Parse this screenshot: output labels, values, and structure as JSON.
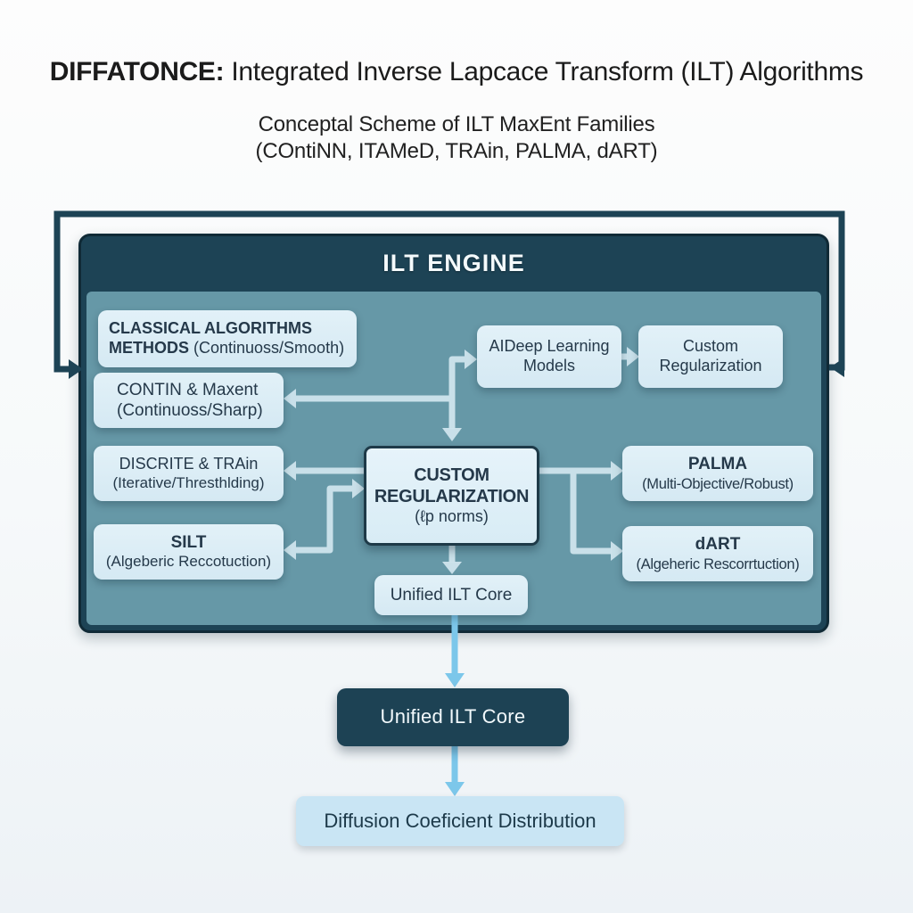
{
  "title": {
    "lead": "DIFFATONCE:",
    "rest": " Integrated Inverse Lapcace Transform (ILT) Algorithms"
  },
  "subtitle": {
    "line1": "Conceptal Scheme of ILT MaxEnt Families",
    "line2": "(COntiNN, ITAMeD, TRAin, PALMA, dART)"
  },
  "engine": {
    "header": "ILT ENGINE",
    "boxes": {
      "classical": {
        "title": "CLASSICAL ALGORITHMS METHODS",
        "sub": " (Continuoss/Smooth)"
      },
      "contin": {
        "title": "CONTIN & Maxent",
        "sub": "(Continuoss/Sharp)"
      },
      "discrite": {
        "title": "DISCRITE & TRAin",
        "sub": "(Iterative/Thresthlding)"
      },
      "silt": {
        "title": "SILT",
        "sub": "(Algeberic Reccotuction)"
      },
      "aideep": {
        "line1": "AIDeep Learning",
        "line2": "Models"
      },
      "custom_top": {
        "line1": "Custom",
        "line2": "Regularization"
      },
      "custom_reg": {
        "title": "CUSTOM REGULARIZATION",
        "sub": "(ℓp norms)"
      },
      "palma": {
        "title": "PALMA",
        "sub": "(Multi-Objective/Robust)"
      },
      "dart": {
        "title": "dART",
        "sub": "(Algeheric Rescorrtuction)"
      },
      "unified_inner": {
        "title": "Unified ILT Core"
      }
    }
  },
  "outputs": {
    "unified_core": "Unified ILT Core",
    "diffusion": "Diffusion Coeficient Distribution"
  },
  "colors": {
    "page_bg_top": "#fdfdfd",
    "page_bg_bottom": "#edf2f6",
    "engine_dark": "#1d4355",
    "engine_border": "#102a36",
    "engine_body": "#6698a7",
    "box_fill": "#d5e9f3",
    "box_text": "#25394a",
    "arrow_pale": "#cfe4ed",
    "arrow_cyan": "#7cc7ea",
    "dark_box_fill": "#1d4254",
    "dark_box_text": "#f2f9fc",
    "title_text": "#1b1b1b"
  }
}
